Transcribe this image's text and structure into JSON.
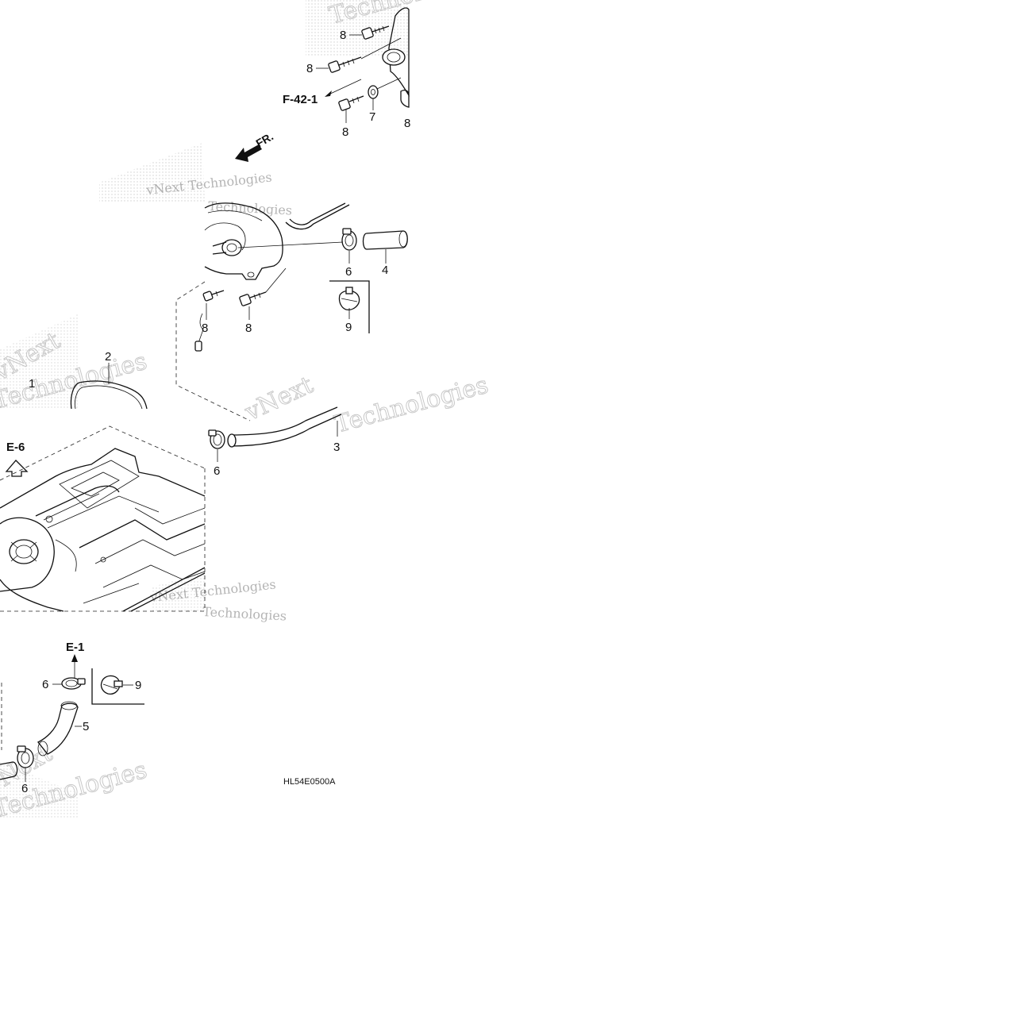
{
  "diagram": {
    "code": "HL54E0500A",
    "direction_label": "FR.",
    "refs": {
      "f42": "F-42-1",
      "e6": "E-6",
      "e1": "E-1"
    },
    "parts": {
      "p1": "1",
      "p2": "2",
      "p3": "3",
      "p4": "4",
      "p5": "5",
      "p6": "6",
      "p7": "7",
      "p8": "8",
      "p9": "9"
    },
    "watermark": {
      "brand": "vNext Technologies",
      "word1": "vNext",
      "word2": "Technologies"
    }
  }
}
